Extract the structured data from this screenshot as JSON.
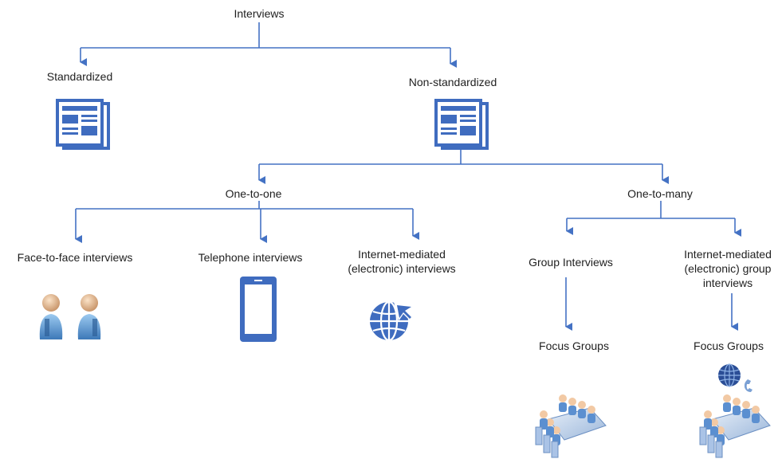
{
  "nodes": {
    "root": "Interviews",
    "standardized": "Standardized",
    "non_standardized": "Non-standardized",
    "one_to_one": "One-to-one",
    "one_to_many": "One-to-many",
    "face_to_face": "Face-to-face interviews",
    "telephone": "Telephone interviews",
    "internet_mediated": [
      "Internet-mediated",
      "(electronic) interviews"
    ],
    "group_interviews": "Group Interviews",
    "internet_group": [
      "Internet-mediated",
      "(electronic) group",
      "interviews"
    ],
    "focus_groups_1": "Focus Groups",
    "focus_groups_2": "Focus Groups"
  },
  "colors": {
    "connector": "#4472c4",
    "icon_blue": "#3f6cbf"
  },
  "icons": {
    "standardized": "newspaper-icon",
    "non_standardized": "newspaper-icon",
    "face_to_face": "people-icon",
    "telephone": "mobile-phone-icon",
    "internet_mediated": "globe-cursor-icon",
    "focus_groups_1": "meeting-table-icon",
    "focus_groups_2": "meeting-table-icon",
    "internet_group_extra": "globe-phone-icon"
  }
}
